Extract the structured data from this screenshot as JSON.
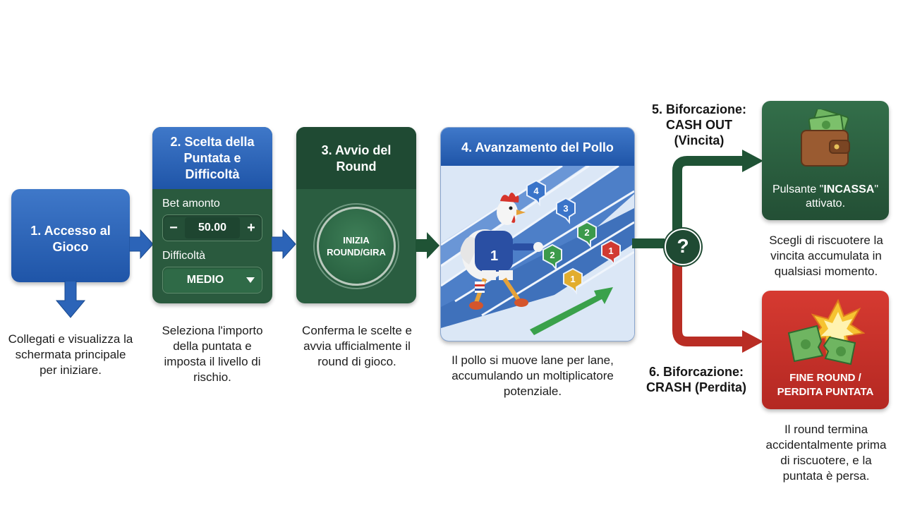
{
  "step1": {
    "title": "1. Accesso al Gioco",
    "desc": "Collegati e visualizza la schermata principale per iniziare."
  },
  "step2": {
    "title": "2. Scelta della Puntata e Difficoltà",
    "bet_label": "Bet amonto",
    "minus": "−",
    "plus": "+",
    "bet_value": "50.00",
    "difficulty_label": "Difficoltà",
    "difficulty_value": "MEDIO",
    "desc": "Seleziona l'importo della puntata e imposta il livello di rischio."
  },
  "step3": {
    "title": "3. Avvio del Round",
    "button_label": "INIZIA ROUND/GIRA",
    "desc": "Conferma le scelte e avvia ufficialmente il round di gioco."
  },
  "step4": {
    "title": "4. Avanzamento del Pollo",
    "jersey_number": "1",
    "markers": [
      "4",
      "3",
      "2",
      "2",
      "1",
      "1"
    ],
    "desc": "Il pollo si muove lane per lane, accumulando un moltiplicatore potenziale."
  },
  "decision": {
    "symbol": "?"
  },
  "step5": {
    "label": "5. Biforcazione: CASH OUT (Vincita)",
    "box_text_prefix": "Pulsante \"",
    "box_text_bold": "INCASSA",
    "box_text_suffix": "\" attivato.",
    "desc": "Scegli di riscuotere la vincita accumulata in qualsiasi momento."
  },
  "step6": {
    "label": "6. Biforcazione: CRASH (Perdita)",
    "box_text": "FINE ROUND / PERDITA PUNTATA",
    "desc": "Il round termina accidentalmente prima di riscuotere, e la puntata è persa."
  },
  "colors": {
    "blue": "#2a62b5",
    "dark_green": "#245a3c",
    "light_green_box": "#2e6b46",
    "red": "#c8312b",
    "arrow_blue": "#2c64b8",
    "arrow_green": "#1f5335",
    "arrow_red": "#b92d24"
  }
}
